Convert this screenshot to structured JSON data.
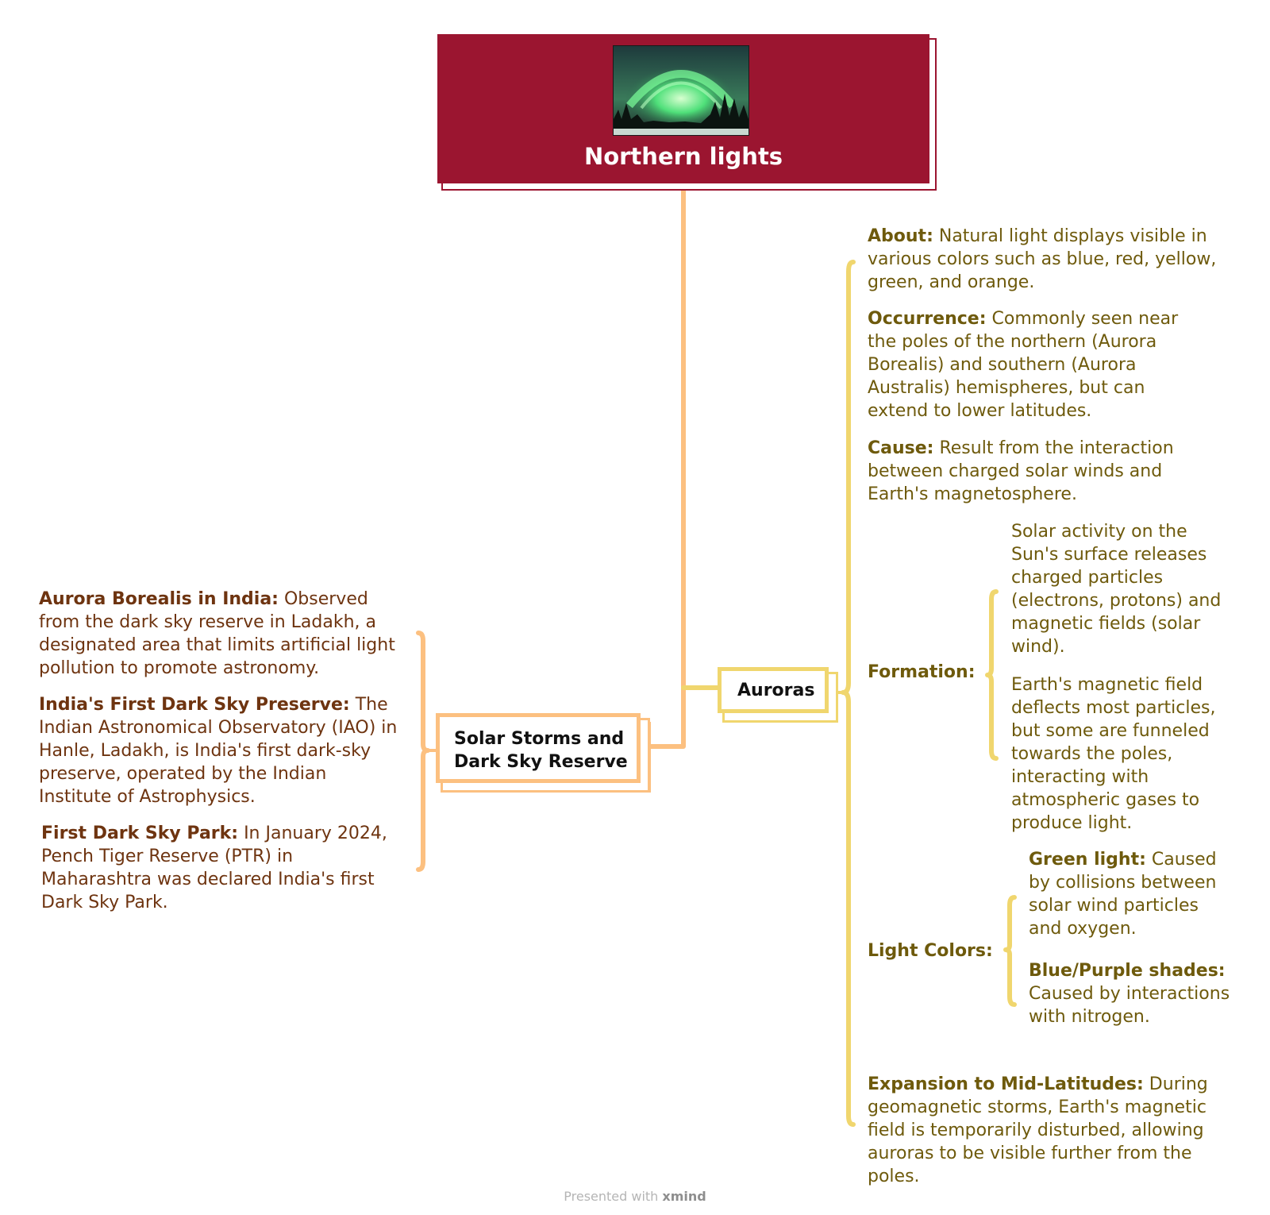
{
  "root": {
    "title": "Northern lights",
    "image": "aurora-photo"
  },
  "topics": {
    "auroras": "Auroras",
    "solar": {
      "line1": "Solar Storms and",
      "line2": "Dark Sky Reserve"
    }
  },
  "auroras_details": {
    "about": {
      "label": "About:",
      "text": " Natural light displays visible in various colors such as blue, red, yellow, green, and orange."
    },
    "occurrence": {
      "label": "Occurrence:",
      "text": " Commonly seen near the poles of the northern (Aurora Borealis) and southern (Aurora Australis) hemispheres, but can extend to lower latitudes."
    },
    "cause": {
      "label": "Cause:",
      "text": " Result from the interaction between charged solar winds and Earth's magnetosphere."
    },
    "formation": {
      "label": "Formation:",
      "items": [
        "Solar activity on the Sun's surface releases charged particles (electrons, protons) and magnetic fields (solar wind).",
        "Earth's magnetic field deflects most particles, but some are funneled towards the poles, interacting with atmospheric gases to produce light."
      ]
    },
    "light_colors": {
      "label": "Light Colors:",
      "green": {
        "label": "Green light:",
        "text": " Caused by collisions between solar wind particles and oxygen."
      },
      "blue": {
        "label": "Blue/Purple shades:",
        "text": " Caused by interactions with nitrogen."
      }
    },
    "expansion": {
      "label": "Expansion to Mid-Latitudes:",
      "text": " During geomagnetic storms, Earth's magnetic field is temporarily disturbed, allowing auroras to be visible further from the poles."
    }
  },
  "solar_details": {
    "aurora_india": {
      "label": "Aurora Borealis in India:",
      "text": " Observed from the dark sky reserve in Ladakh, a designated area that limits artificial light pollution to promote astronomy."
    },
    "first_preserve": {
      "label": "India's First Dark Sky Preserve:",
      "text": " The Indian Astronomical Observatory (IAO) in Hanle, Ladakh, is India's first dark-sky preserve, operated by the Indian Institute of Astrophysics."
    },
    "first_park": {
      "label": "First Dark Sky Park:",
      "text": " In January 2024, Pench Tiger Reserve (PTR) in Maharashtra was declared India's first Dark Sky Park."
    }
  },
  "footer": {
    "prefix": "Presented with ",
    "brand": "xmind"
  },
  "colors": {
    "root": "#9b1530",
    "auroras_branch": "#f0d66e",
    "solar_branch": "#fcc080",
    "olive_text": "#6e5a0c",
    "brown_text": "#6e3410"
  }
}
